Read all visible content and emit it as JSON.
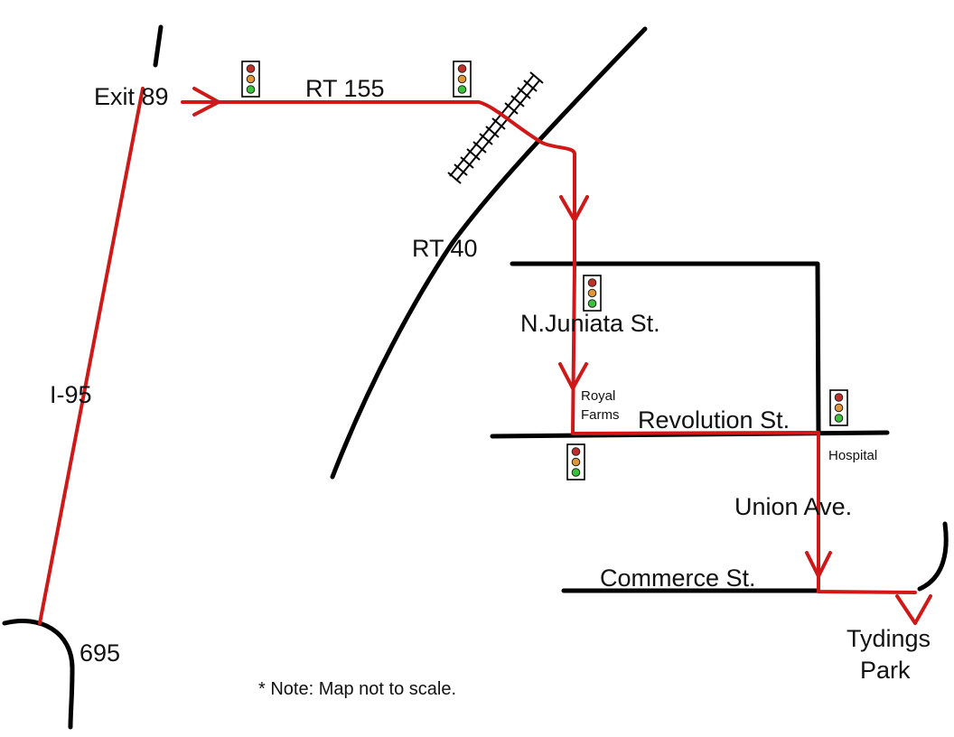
{
  "map": {
    "labels": {
      "exit": "Exit 89",
      "rt155": "RT 155",
      "rt40": "RT 40",
      "i95": "I-95",
      "i695": "695",
      "juniata": "N.Juniata St.",
      "royal1": "Royal",
      "royal2": "Farms",
      "revolution": "Revolution St.",
      "hospital": "Hospital",
      "union": "Union Ave.",
      "commerce": "Commerce St.",
      "tydings1": "Tydings",
      "tydings2": "Park"
    },
    "note": "* Note:  Map not to scale.",
    "colors": {
      "route": "#d01818",
      "road": "#000000",
      "light_red": "#c0302a",
      "light_amber": "#e0953a",
      "light_green": "#3cc13c"
    },
    "icons": {
      "traffic_light": "traffic-light-icon",
      "railroad": "railroad-crossing-icon",
      "arrow": "arrow-icon"
    }
  }
}
